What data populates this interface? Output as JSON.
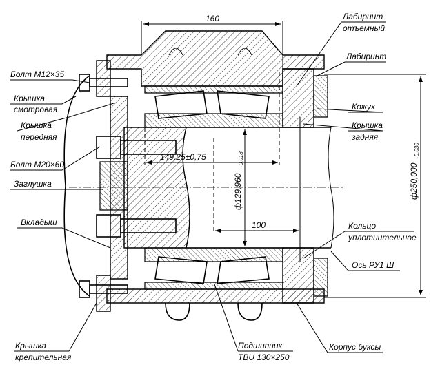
{
  "dimensions": {
    "width_top": "160",
    "offset": "149,25±0,75",
    "bore_diameter": "ф129,960",
    "bore_tol": "-0,018",
    "outer_diameter": "ф250,000",
    "outer_tol": "-0,030",
    "length": "100"
  },
  "labels": {
    "bolt_m12": "Болт М12×35",
    "cover_inspect_1": "Крышка",
    "cover_inspect_2": "смотровая",
    "cover_front_1": "Крышка",
    "cover_front_2": "передняя",
    "bolt_m20": "Болт М20×60",
    "plug": "Заглушка",
    "liner": "Вкладыш",
    "cover_fix_1": "Крышка",
    "cover_fix_2": "крепительная",
    "labyrinth_rem_1": "Лабиринт",
    "labyrinth_rem_2": "отъемный",
    "labyrinth": "Лабиринт",
    "casing": "Кожух",
    "cover_rear_1": "Крышка",
    "cover_rear_2": "задняя",
    "ring_1": "Кольцо",
    "ring_2": "уплотнительное",
    "axle": "Ось РУ1 Ш",
    "bearing_1": "Подшипник",
    "bearing_2": "TBU 130×250",
    "housing": "Корпус буксы"
  }
}
